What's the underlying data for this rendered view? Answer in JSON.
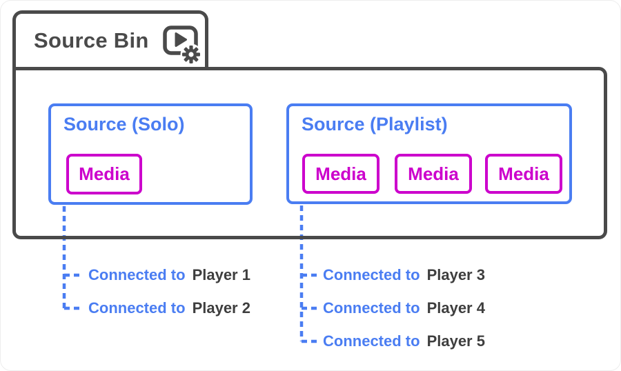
{
  "colors": {
    "outline_gray": "#4a4a4a",
    "accent_blue": "#4a7df2",
    "accent_magenta": "#cc00cc",
    "player_text": "#3e3e3e",
    "background": "#ffffff"
  },
  "bin": {
    "title": "Source Bin",
    "icon": "media-player-settings-icon"
  },
  "sources": [
    {
      "label": "Source (Solo)",
      "media_items": [
        "Media"
      ],
      "connections": [
        {
          "prefix": "Connected to",
          "player": "Player 1"
        },
        {
          "prefix": "Connected to",
          "player": "Player 2"
        }
      ]
    },
    {
      "label": "Source (Playlist)",
      "media_items": [
        "Media",
        "Media",
        "Media"
      ],
      "connections": [
        {
          "prefix": "Connected to",
          "player": "Player 3"
        },
        {
          "prefix": "Connected to",
          "player": "Player 4"
        },
        {
          "prefix": "Connected to",
          "player": "Player 5"
        }
      ]
    }
  ]
}
